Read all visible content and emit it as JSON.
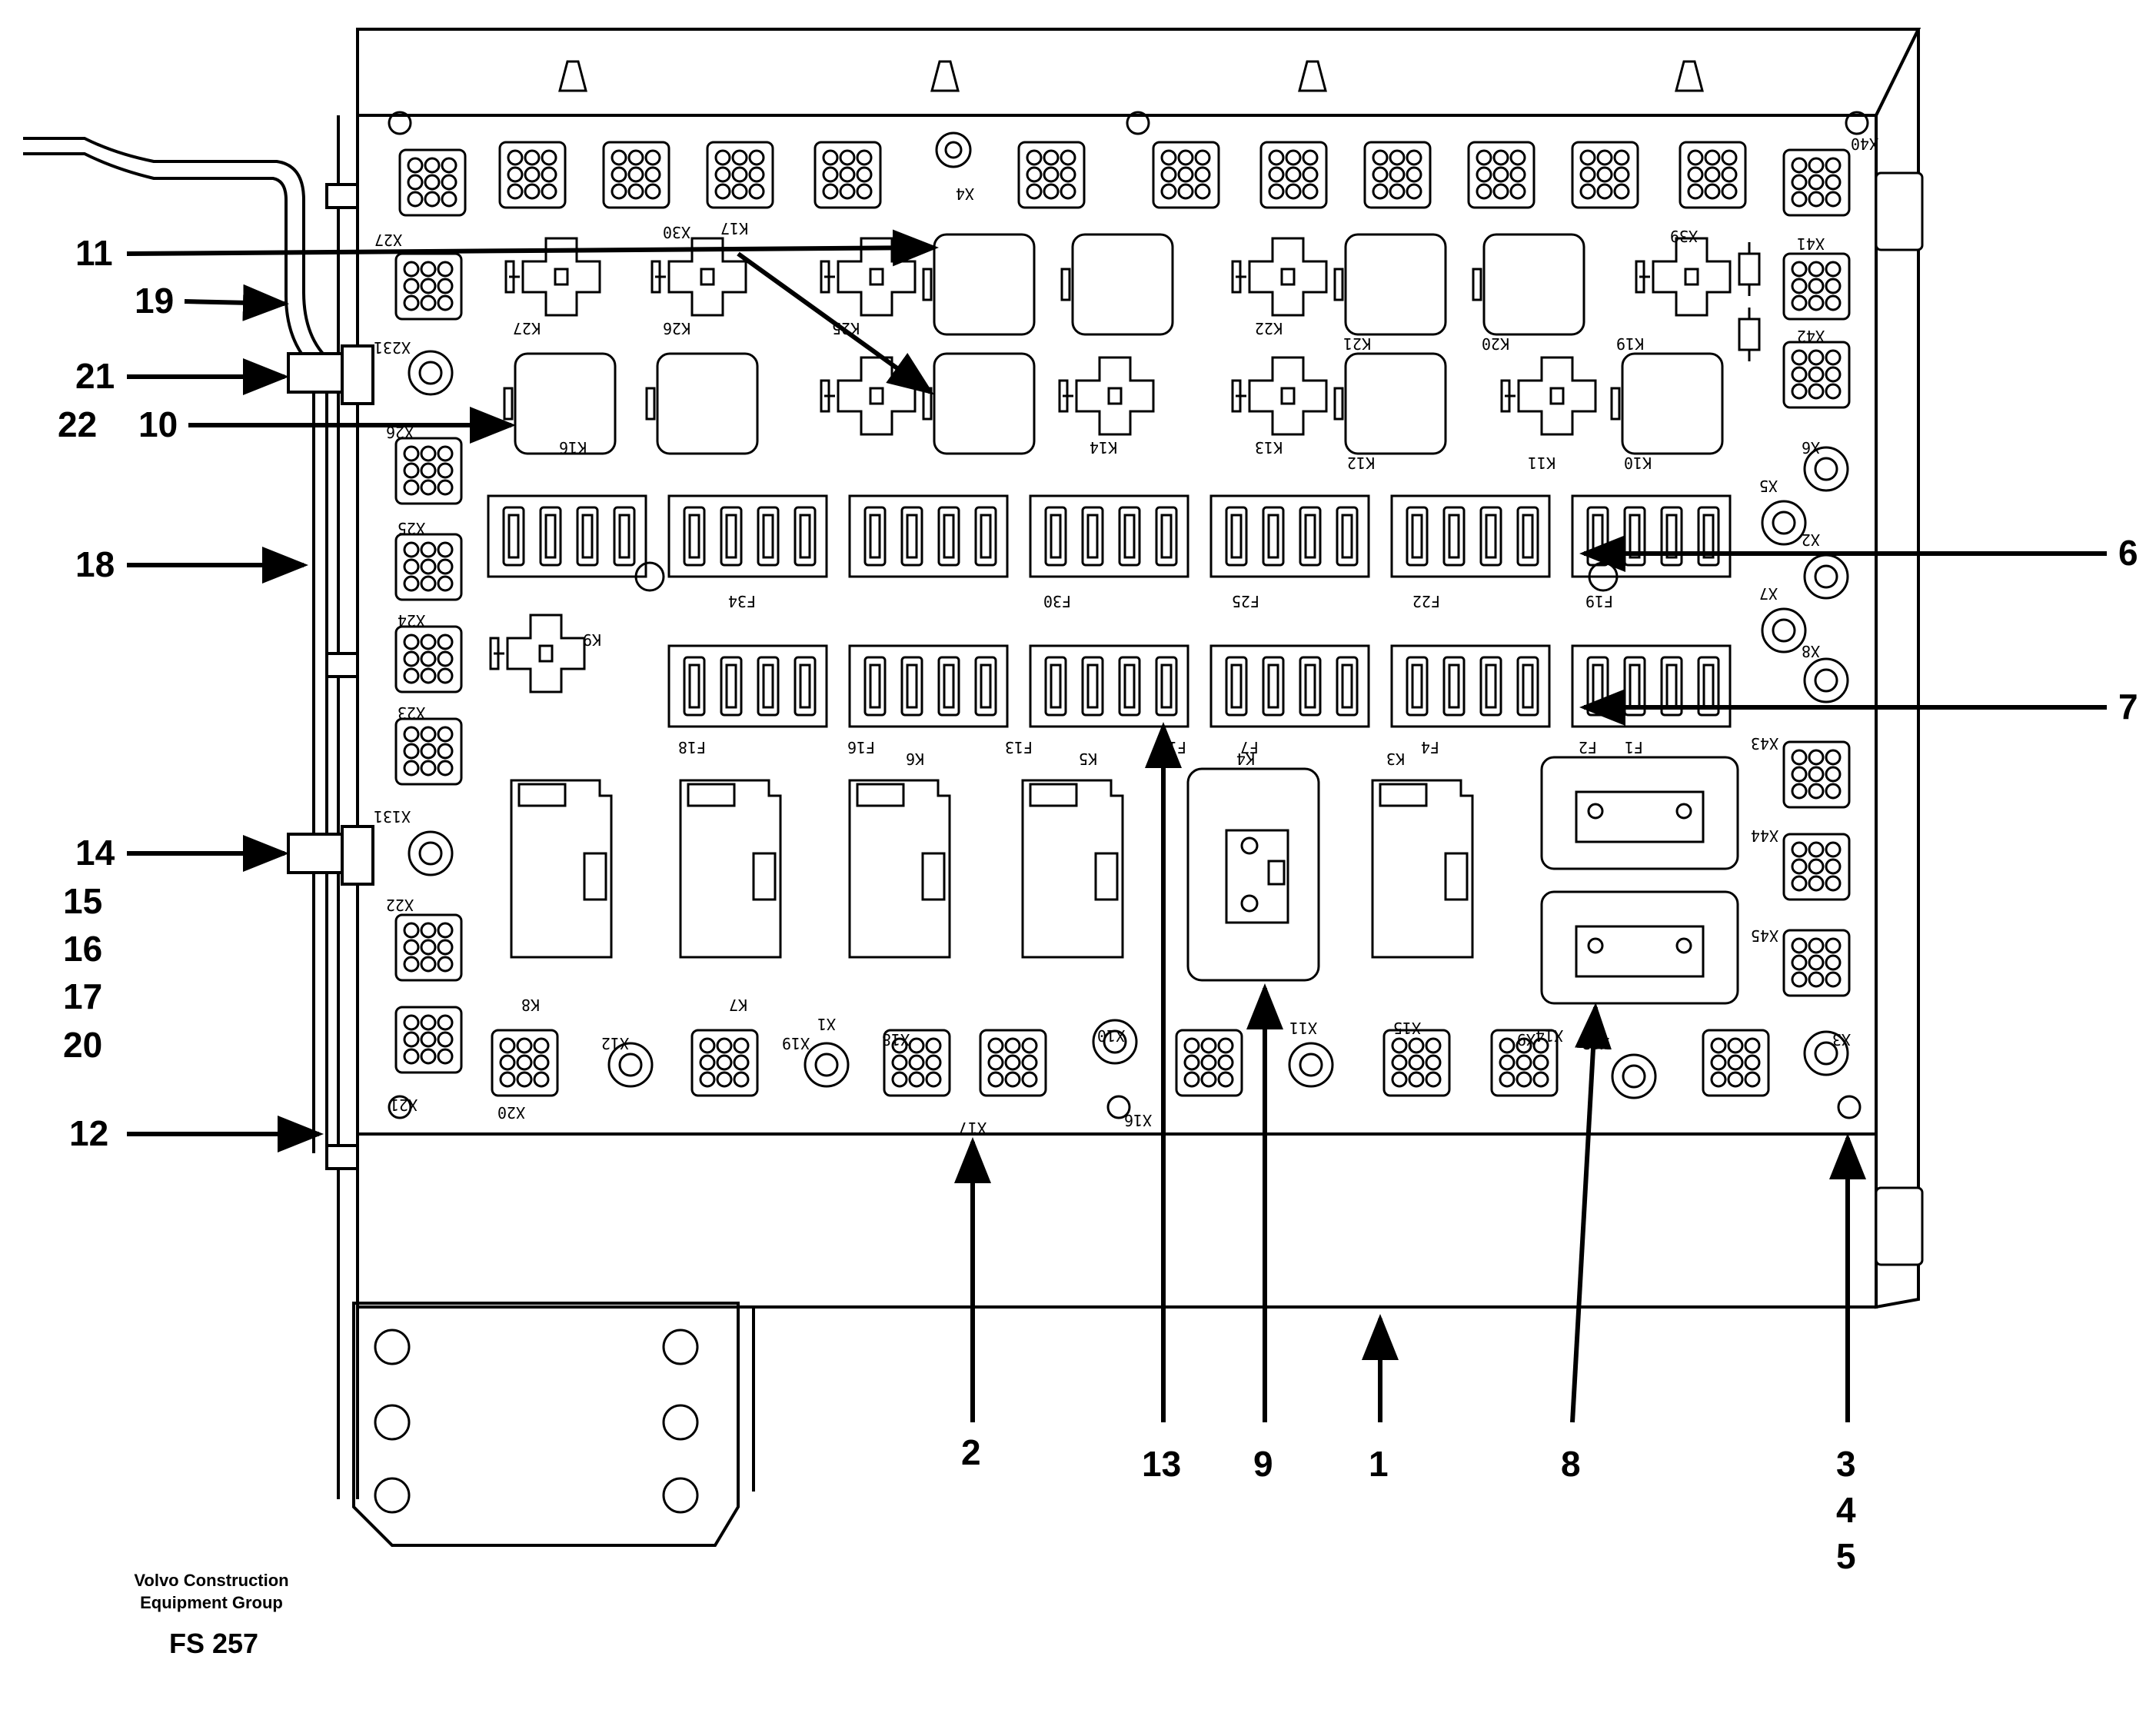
{
  "callouts": {
    "c1": "1",
    "c2": "2",
    "c3": "3",
    "c4": "4",
    "c5": "5",
    "c6": "6",
    "c7": "7",
    "c8": "8",
    "c9": "9",
    "c10": "10",
    "c11": "11",
    "c12": "12",
    "c13": "13",
    "c14": "14",
    "c15": "15",
    "c16": "16",
    "c17": "17",
    "c18": "18",
    "c19": "19",
    "c20": "20",
    "c21": "21",
    "c22": "22"
  },
  "connectors_top": [
    "X27",
    "X30",
    "X4",
    "X39",
    "X40"
  ],
  "connectors_side_left": [
    "X26",
    "X231",
    "X25",
    "X24",
    "X23",
    "X131",
    "X22",
    "X21",
    "X20"
  ],
  "connectors_side_right": [
    "X41",
    "X42",
    "X6",
    "X5",
    "X2",
    "X7",
    "X8",
    "X43",
    "X44",
    "X45",
    "X3"
  ],
  "connectors_bottom": [
    "X12",
    "X19",
    "X1",
    "X18",
    "X17",
    "X10",
    "X16",
    "X11",
    "X15",
    "X9",
    "X13",
    "X14"
  ],
  "relays_row1": [
    "K27",
    "K26",
    "K17",
    "K25",
    "K22",
    "K21",
    "K20",
    "K19"
  ],
  "relays_row2": [
    "K16",
    "K14",
    "K13",
    "K12",
    "K11",
    "K10"
  ],
  "relays_misc": [
    "K9",
    "K6",
    "K5",
    "K4",
    "K3",
    "K8",
    "K7"
  ],
  "fuses_row1": [
    "F34",
    "F30",
    "F25",
    "F22",
    "F19"
  ],
  "fuses_row2": [
    "F18",
    "F16",
    "F13",
    "F10",
    "F7",
    "F4",
    "F2",
    "F1"
  ],
  "caption": {
    "line1": "Volvo Construction",
    "line2": "Equipment Group",
    "code": "FS 257"
  }
}
